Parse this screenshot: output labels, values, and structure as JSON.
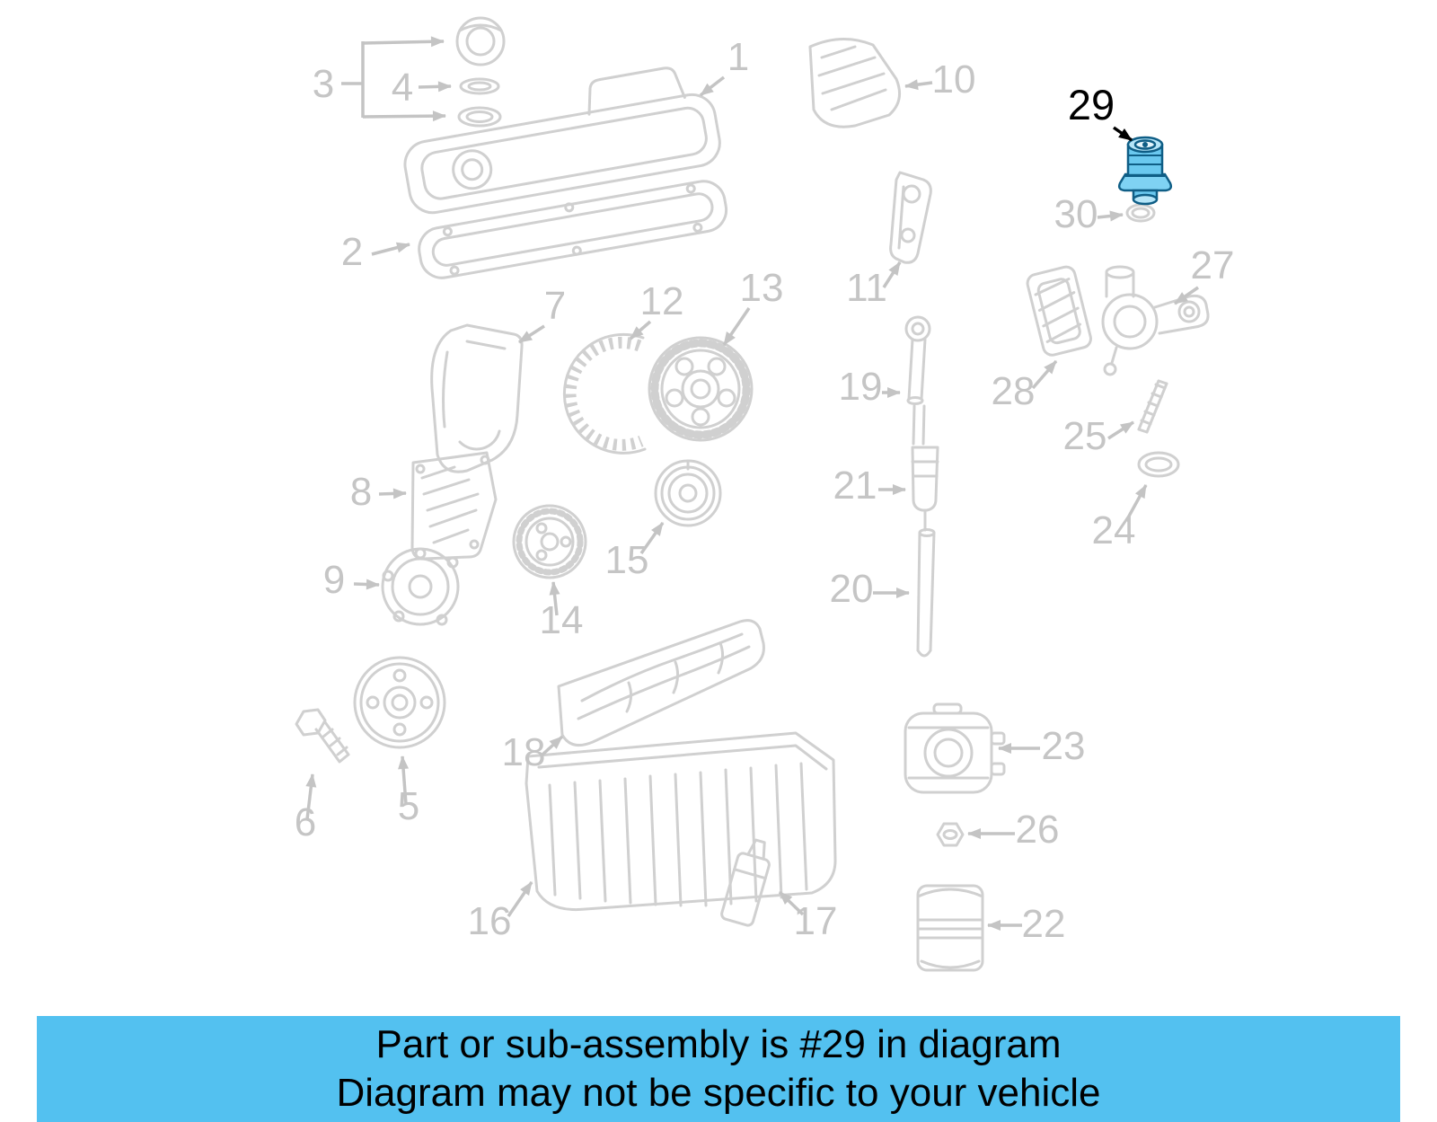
{
  "diagram": {
    "highlighted_part_number": "29",
    "line_color": "#d0d0d0",
    "label_color": "#c5c5c5",
    "highlight_label_color": "#000000",
    "highlight_stroke": "#0f5e86",
    "highlight_fill": "#6ac8ef",
    "highlight_fill_mid": "#7fd2f3",
    "highlight_fill_light": "#b5e5f8"
  },
  "callouts": {
    "numbers": [
      "1",
      "2",
      "3",
      "4",
      "5",
      "6",
      "7",
      "8",
      "9",
      "10",
      "11",
      "12",
      "13",
      "14",
      "15",
      "16",
      "17",
      "18",
      "19",
      "20",
      "21",
      "22",
      "23",
      "24",
      "25",
      "26",
      "27",
      "28",
      "29",
      "30"
    ]
  },
  "banner": {
    "line1": "Part or sub-assembly is #29 in diagram",
    "line2": "Diagram may not be specific to your vehicle",
    "background_color": "#53c1f0",
    "text_color": "#000000"
  }
}
